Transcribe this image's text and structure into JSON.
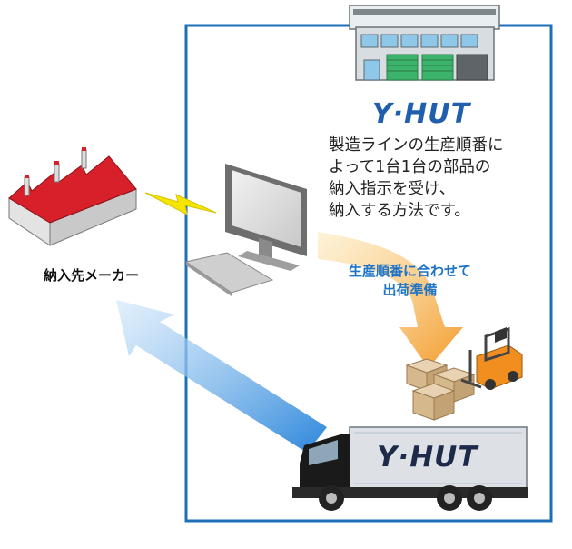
{
  "brand": {
    "name": "Y·HUT"
  },
  "description": {
    "lines": [
      "製造ラインの生産順番に",
      "よって1台1台の部品の",
      "納入指示を受け、",
      "納入する方法です。"
    ]
  },
  "maker": {
    "label": "納入先メーカー"
  },
  "shipping_arrow": {
    "lines": [
      "生産順番に合わせて",
      "出荷準備"
    ]
  },
  "truck": {
    "brand": "Y·HUT"
  },
  "colors": {
    "frame": "#1f6fb8",
    "brand_text": "#1f5fae",
    "arrow_label": "#1e74c8",
    "factory_roof": "#d8202a",
    "orange_arrow": "#f2a23a",
    "blue_arrow": "#4a9fe0",
    "signal": "#f5e600"
  }
}
